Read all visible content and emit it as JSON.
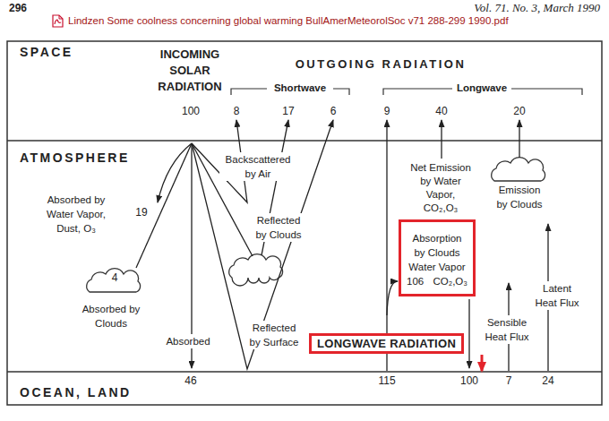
{
  "diagram": {
    "nodes": [
      {
        "text": [
          "Absorption by Clouds Water Vapor CO₂,O₃",
          "106"
        ]
      },
      {
        "text": [
          "LONGWAVE RADIATION"
        ]
      }
    ],
    "labels": [
      "296",
      "Vol. 71. No. 3, March 1990",
      "Lindzen Some coolness concerning global warming BullAmerMeteorolSoc v71 288-299 1990.pdf",
      "SPACE",
      "INCOMING SOLAR RADIATION",
      "OUTGOING RADIATION",
      "Shortwave",
      "Longwave",
      "100",
      "8",
      "17",
      "6",
      "9",
      "40",
      "20",
      "ATMOSPHERE",
      "Backscattered by Air",
      "Net Emission by Water Vapor, CO₂,O₃",
      "Emission by Clouds",
      "Absorbed by Water Vapor, Dust, O₃",
      "19",
      "Reflected by Clouds",
      "4",
      "Absorbed by Clouds",
      "Latent Heat Flux",
      "Sensible Heat Flux",
      "Absorbed",
      "Reflected by Surface",
      "OCEAN, LAND",
      "46",
      "115",
      "100",
      "7",
      "24"
    ]
  }
}
